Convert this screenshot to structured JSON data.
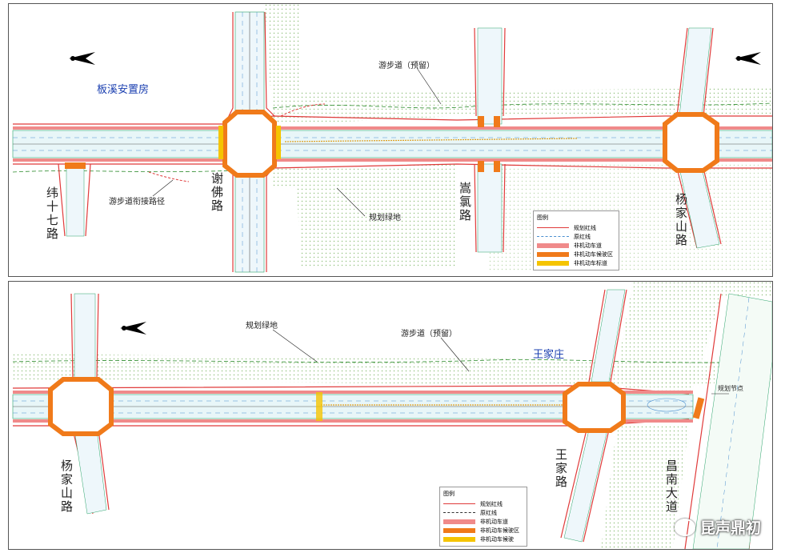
{
  "panel_top": {
    "places": {
      "resettlement": "板溪安置房"
    },
    "roads": {
      "weishiqi": "纬十七路",
      "xiefo": "谢佛路",
      "songqi": "嵩氯路",
      "yangjiashan": "杨家山路"
    },
    "annotations": {
      "footpath_reserved": "游步道（预留）",
      "footpath_link": "游步道衔接路径",
      "planned_green": "规划绿地"
    },
    "legend": {
      "title": "图例",
      "items": [
        "规划红线",
        "原红线",
        "非机动车道",
        "非机动车候驶区",
        "非机动车标道"
      ]
    }
  },
  "panel_bottom": {
    "places": {
      "wangjiazhuang": "王家庄"
    },
    "roads": {
      "yangjiashan": "杨家山路",
      "wangjia": "王家路",
      "changnan": "昌南大道"
    },
    "annotations": {
      "planned_green": "规划绿地",
      "footpath_reserved": "游步道（预留）",
      "planned_node": "规划节点"
    },
    "legend": {
      "title": "图例",
      "items": [
        "规划红线",
        "原红线",
        "非机动车道",
        "非机动车候驶区",
        "非机动车候驶"
      ]
    }
  },
  "watermark": "昆声鼎初",
  "colors": {
    "red_line": "#e03a3a",
    "bike_lane": "#f08a8a",
    "bike_wait": "#f07a1a",
    "bike_mark": "#f5c400",
    "green_dots": "#8fbf7a",
    "lane_blue": "#4a8fd0",
    "green_line": "#2aa36a"
  }
}
